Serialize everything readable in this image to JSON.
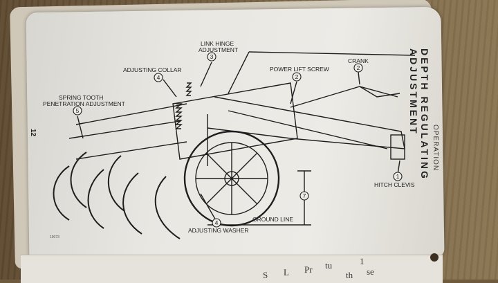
{
  "page": {
    "section": "OPERATION",
    "title": "DEPTH REGULATING ADJUSTMENT",
    "page_number": "12",
    "figure_code": "19073"
  },
  "callouts": [
    {
      "num": "1",
      "label": "HITCH CLEVIS"
    },
    {
      "num": "2",
      "label": "POWER LIFT SCREW"
    },
    {
      "num": "2",
      "label": "CRANK"
    },
    {
      "num": "3",
      "label": "LINK HINGE"
    },
    {
      "num": "3",
      "label": "ADJUSTMENT"
    },
    {
      "num": "4",
      "label": "ADJUSTING COLLAR"
    },
    {
      "num": "4",
      "label": "ADJUSTING WASHER"
    },
    {
      "num": "5",
      "label": "SPRING TOOTH"
    },
    {
      "num": "5",
      "label": "PENETRATION ADJUSTMENT"
    },
    {
      "num": "7",
      "label": "GROUND LINE"
    }
  ],
  "lower_page_text": [
    "1",
    "se",
    "th",
    "tu",
    "Pr",
    "L",
    "S"
  ]
}
